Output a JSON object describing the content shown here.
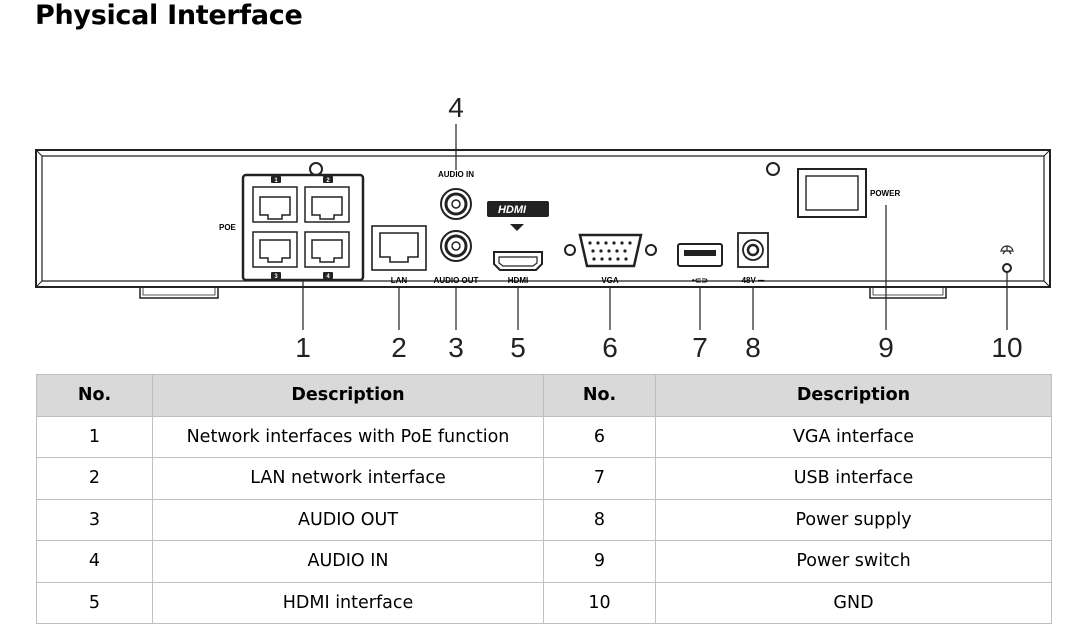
{
  "title": "Physical Interface",
  "panel_labels": {
    "poe": "POE",
    "lan": "LAN",
    "audio_in": "AUDIO IN",
    "audio_out": "AUDIO OUT",
    "hdmi": "HDMI",
    "hdmi_logo": "HDMI",
    "vga": "VGA",
    "usb": "•⊂⊃",
    "power_dc": "48V ⎓",
    "power_switch": "POWER",
    "poe_port_1": "1",
    "poe_port_2": "2",
    "poe_port_3": "3",
    "poe_port_4": "4"
  },
  "callouts": [
    "1",
    "2",
    "3",
    "4",
    "5",
    "6",
    "7",
    "8",
    "9",
    "10"
  ],
  "table": {
    "headers": [
      "No.",
      "Description",
      "No.",
      "Description"
    ],
    "rows": [
      {
        "no_a": "1",
        "desc_a": "Network interfaces with PoE function",
        "no_b": "6",
        "desc_b": "VGA interface"
      },
      {
        "no_a": "2",
        "desc_a": "LAN network interface",
        "no_b": "7",
        "desc_b": "USB interface"
      },
      {
        "no_a": "3",
        "desc_a": "AUDIO OUT",
        "no_b": "8",
        "desc_b": "Power supply"
      },
      {
        "no_a": "4",
        "desc_a": "AUDIO IN",
        "no_b": "9",
        "desc_b": "Power switch"
      },
      {
        "no_a": "5",
        "desc_a": "HDMI interface",
        "no_b": "10",
        "desc_b": "GND"
      }
    ]
  }
}
